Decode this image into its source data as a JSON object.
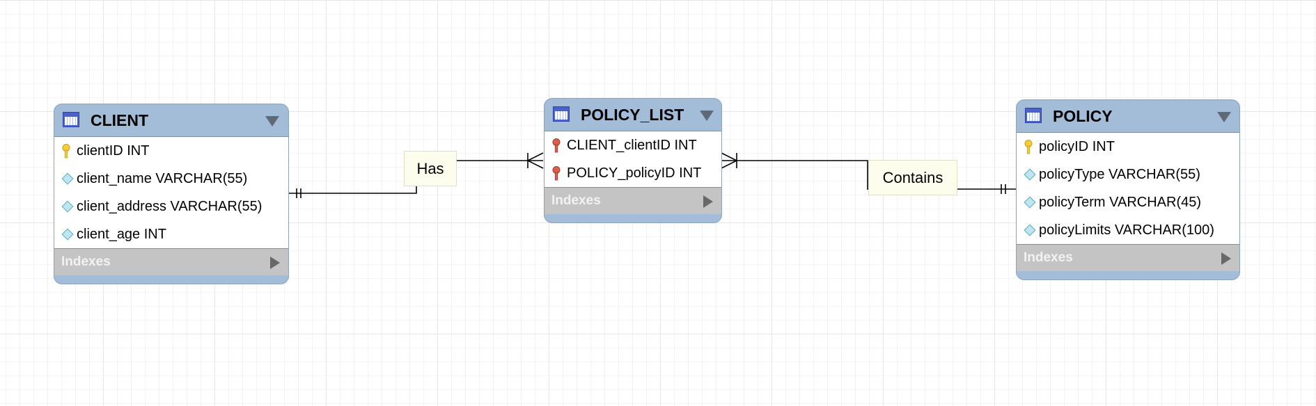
{
  "entities": [
    {
      "name": "CLIENT",
      "columns": [
        {
          "text": "clientID INT",
          "icon": "primary-key-icon",
          "color": "#f5cd3a"
        },
        {
          "text": "client_name VARCHAR(55)",
          "icon": "attribute-diamond-icon"
        },
        {
          "text": "client_address VARCHAR(55)",
          "icon": "attribute-diamond-icon"
        },
        {
          "text": "client_age INT",
          "icon": "attribute-diamond-icon"
        }
      ],
      "indexes_label": "Indexes"
    },
    {
      "name": "POLICY_LIST",
      "columns": [
        {
          "text": "CLIENT_clientID INT",
          "icon": "foreign-key-icon",
          "color": "#d9604f"
        },
        {
          "text": "POLICY_policyID INT",
          "icon": "foreign-key-icon",
          "color": "#d9604f"
        }
      ],
      "indexes_label": "Indexes"
    },
    {
      "name": "POLICY",
      "columns": [
        {
          "text": "policyID INT",
          "icon": "primary-key-icon",
          "color": "#f5cd3a"
        },
        {
          "text": "policyType VARCHAR(55)",
          "icon": "attribute-diamond-icon"
        },
        {
          "text": "policyTerm VARCHAR(45)",
          "icon": "attribute-diamond-icon"
        },
        {
          "text": "policyLimits VARCHAR(100)",
          "icon": "attribute-diamond-icon"
        }
      ],
      "indexes_label": "Indexes"
    }
  ],
  "relationships": [
    {
      "label": "Has",
      "from": "CLIENT",
      "to": "POLICY_LIST",
      "from_cardinality": "one-and-only-one",
      "to_cardinality": "one-or-many"
    },
    {
      "label": "Contains",
      "from": "POLICY",
      "to": "POLICY_LIST",
      "from_cardinality": "one-and-only-one",
      "to_cardinality": "one-or-many"
    }
  ],
  "colors": {
    "header": "#a3bdd8",
    "indexes_bar": "#c4c4c4",
    "label_background": "#fdfded",
    "primary_key": "#f5cd3a",
    "foreign_key": "#d9604f"
  }
}
